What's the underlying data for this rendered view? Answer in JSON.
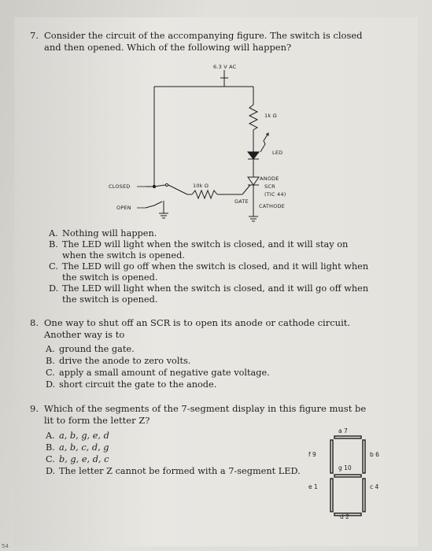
{
  "q7": {
    "number": "7.",
    "text": "Consider the circuit of the accompanying figure. The switch is closed and then opened. Which of the following will happen?",
    "options": [
      {
        "label": "A.",
        "text": "Nothing will happen."
      },
      {
        "label": "B.",
        "text": "The LED will light when the switch is closed, and it will stay on when the switch is opened."
      },
      {
        "label": "C.",
        "text": "The LED will go off when the switch is closed, and it will light when the switch is opened."
      },
      {
        "label": "D.",
        "text": "The LED will light when the switch is closed, and it will go off when the switch is opened."
      }
    ],
    "figure": {
      "supply": "6.3 V AC",
      "resistor1": "1k Ω",
      "led": "LED",
      "resistor2": "10k Ω",
      "closed": "CLOSED",
      "open": "OPEN",
      "anode": "ANODE",
      "scr": "SCR",
      "scr_part": "(TIC 44)",
      "gate": "GATE",
      "cathode": "CATHODE"
    }
  },
  "q8": {
    "number": "8.",
    "text": "One way to shut off an SCR is to open its anode or cathode circuit. Another way is to",
    "options": [
      {
        "label": "A.",
        "text": "ground the gate."
      },
      {
        "label": "B.",
        "text": "drive the anode to zero volts."
      },
      {
        "label": "C.",
        "text": "apply a small amount of negative gate voltage."
      },
      {
        "label": "D.",
        "text": "short circuit the gate to the anode."
      }
    ]
  },
  "q9": {
    "number": "9.",
    "text": "Which of the segments of the 7-segment display in this figure must be lit to form the letter Z?",
    "options": [
      {
        "label": "A.",
        "text": "a, b, g, e, d"
      },
      {
        "label": "B.",
        "text": "a, b, c, d, g"
      },
      {
        "label": "C.",
        "text": "b, g, e, d, c"
      },
      {
        "label": "D.",
        "text": "The letter Z cannot be formed with a 7-segment LED."
      }
    ],
    "segments": {
      "a": "a 7",
      "b": "b 6",
      "c": "c 4",
      "d": "d 2",
      "e": "e 1",
      "f": "f 9",
      "g": "g 10"
    }
  },
  "page_number": "54"
}
